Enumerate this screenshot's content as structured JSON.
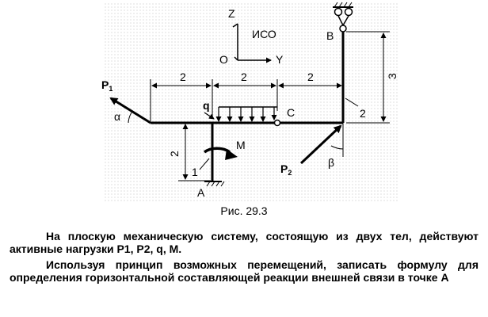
{
  "figure": {
    "frame_labels": {
      "z": "Z",
      "o": "O",
      "y": "Y",
      "iso": "ИСО"
    },
    "points": {
      "a": "A",
      "b": "B",
      "c": "C"
    },
    "dimensions": {
      "top_left": "2",
      "top_middle": "2",
      "top_right": "2",
      "right_vertical": "3",
      "left_vertical": "2",
      "rod_right": "2"
    },
    "body_labels": {
      "body1": "1"
    },
    "loads": {
      "p1": "P",
      "p1_sub": "1",
      "p2": "P",
      "p2_sub": "2",
      "q": "q",
      "m": "M"
    },
    "angles": {
      "alpha": "α",
      "beta": "β"
    }
  },
  "caption": "Рис. 29.3",
  "paragraphs": {
    "p1_prefix": "На плоскую механическую систему, состоящую из двух тел, действуют активные нагрузки ",
    "p1_loads": "P1, P2, q, M.",
    "p2": "Используя принцип возможных перемещений, записать формулу для определения горизонтальной составляющей реакции внешней связи в точке А"
  }
}
